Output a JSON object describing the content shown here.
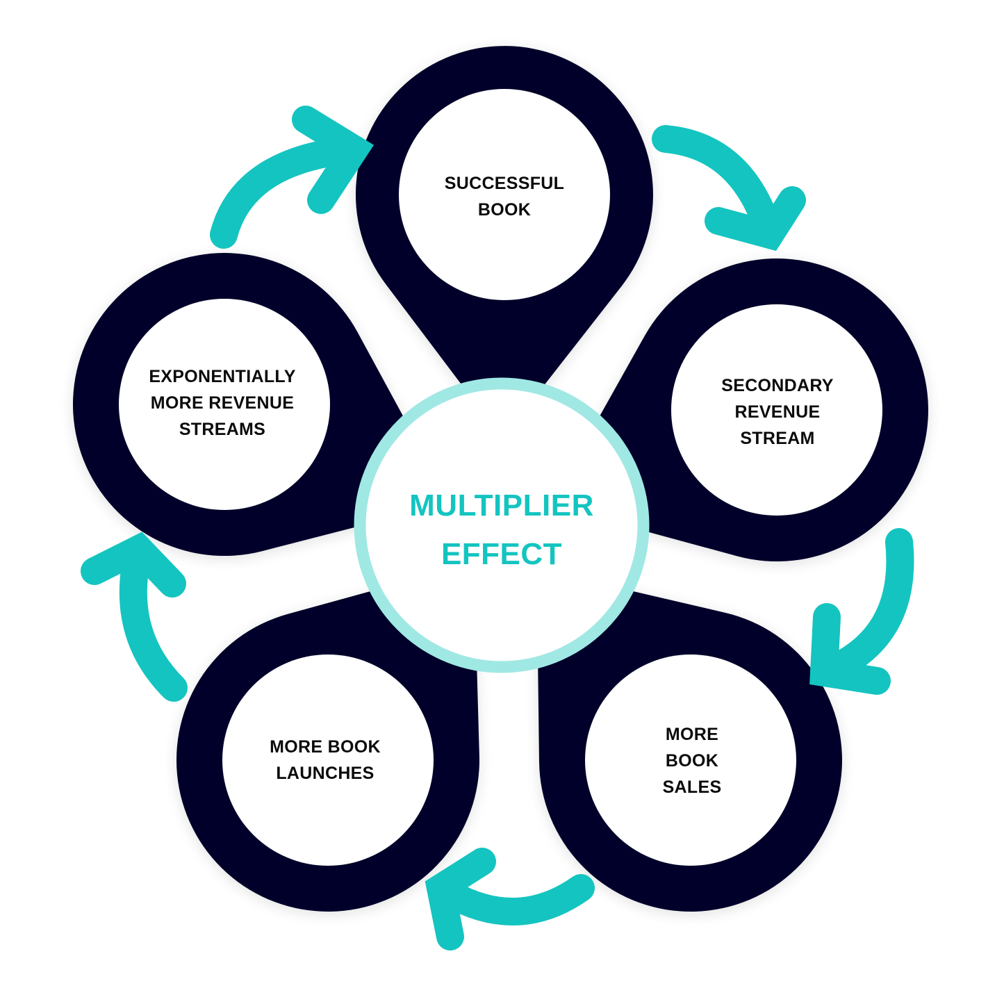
{
  "diagram": {
    "type": "cycle",
    "center": {
      "label": "MULTIPLIER\nEFFECT"
    },
    "nodes": [
      {
        "id": "successful-book",
        "label": "SUCCESSFUL\nBOOK"
      },
      {
        "id": "secondary-revenue-stream",
        "label": "SECONDARY\nREVENUE\nSTREAM"
      },
      {
        "id": "more-book-sales",
        "label": "MORE\nBOOK\nSALES"
      },
      {
        "id": "more-book-launches",
        "label": "MORE BOOK\nLAUNCHES"
      },
      {
        "id": "exponentially-more-revenue-streams",
        "label": "EXPONENTIALLY\nMORE REVENUE\nSTREAMS"
      }
    ],
    "flow": [
      {
        "from": "successful-book",
        "to": "secondary-revenue-stream",
        "direction": "clockwise"
      },
      {
        "from": "secondary-revenue-stream",
        "to": "more-book-sales",
        "direction": "clockwise"
      },
      {
        "from": "more-book-sales",
        "to": "more-book-launches",
        "direction": "clockwise"
      },
      {
        "from": "more-book-launches",
        "to": "exponentially-more-revenue-streams",
        "direction": "clockwise"
      },
      {
        "from": "exponentially-more-revenue-streams",
        "to": "successful-book",
        "direction": "clockwise"
      }
    ],
    "colors": {
      "petal": "#06062a",
      "arrow": "#14c4c0",
      "center_ring": "#a0e8e4",
      "center_text": "#14c4c0",
      "node_text": "#0b0b0b"
    }
  }
}
